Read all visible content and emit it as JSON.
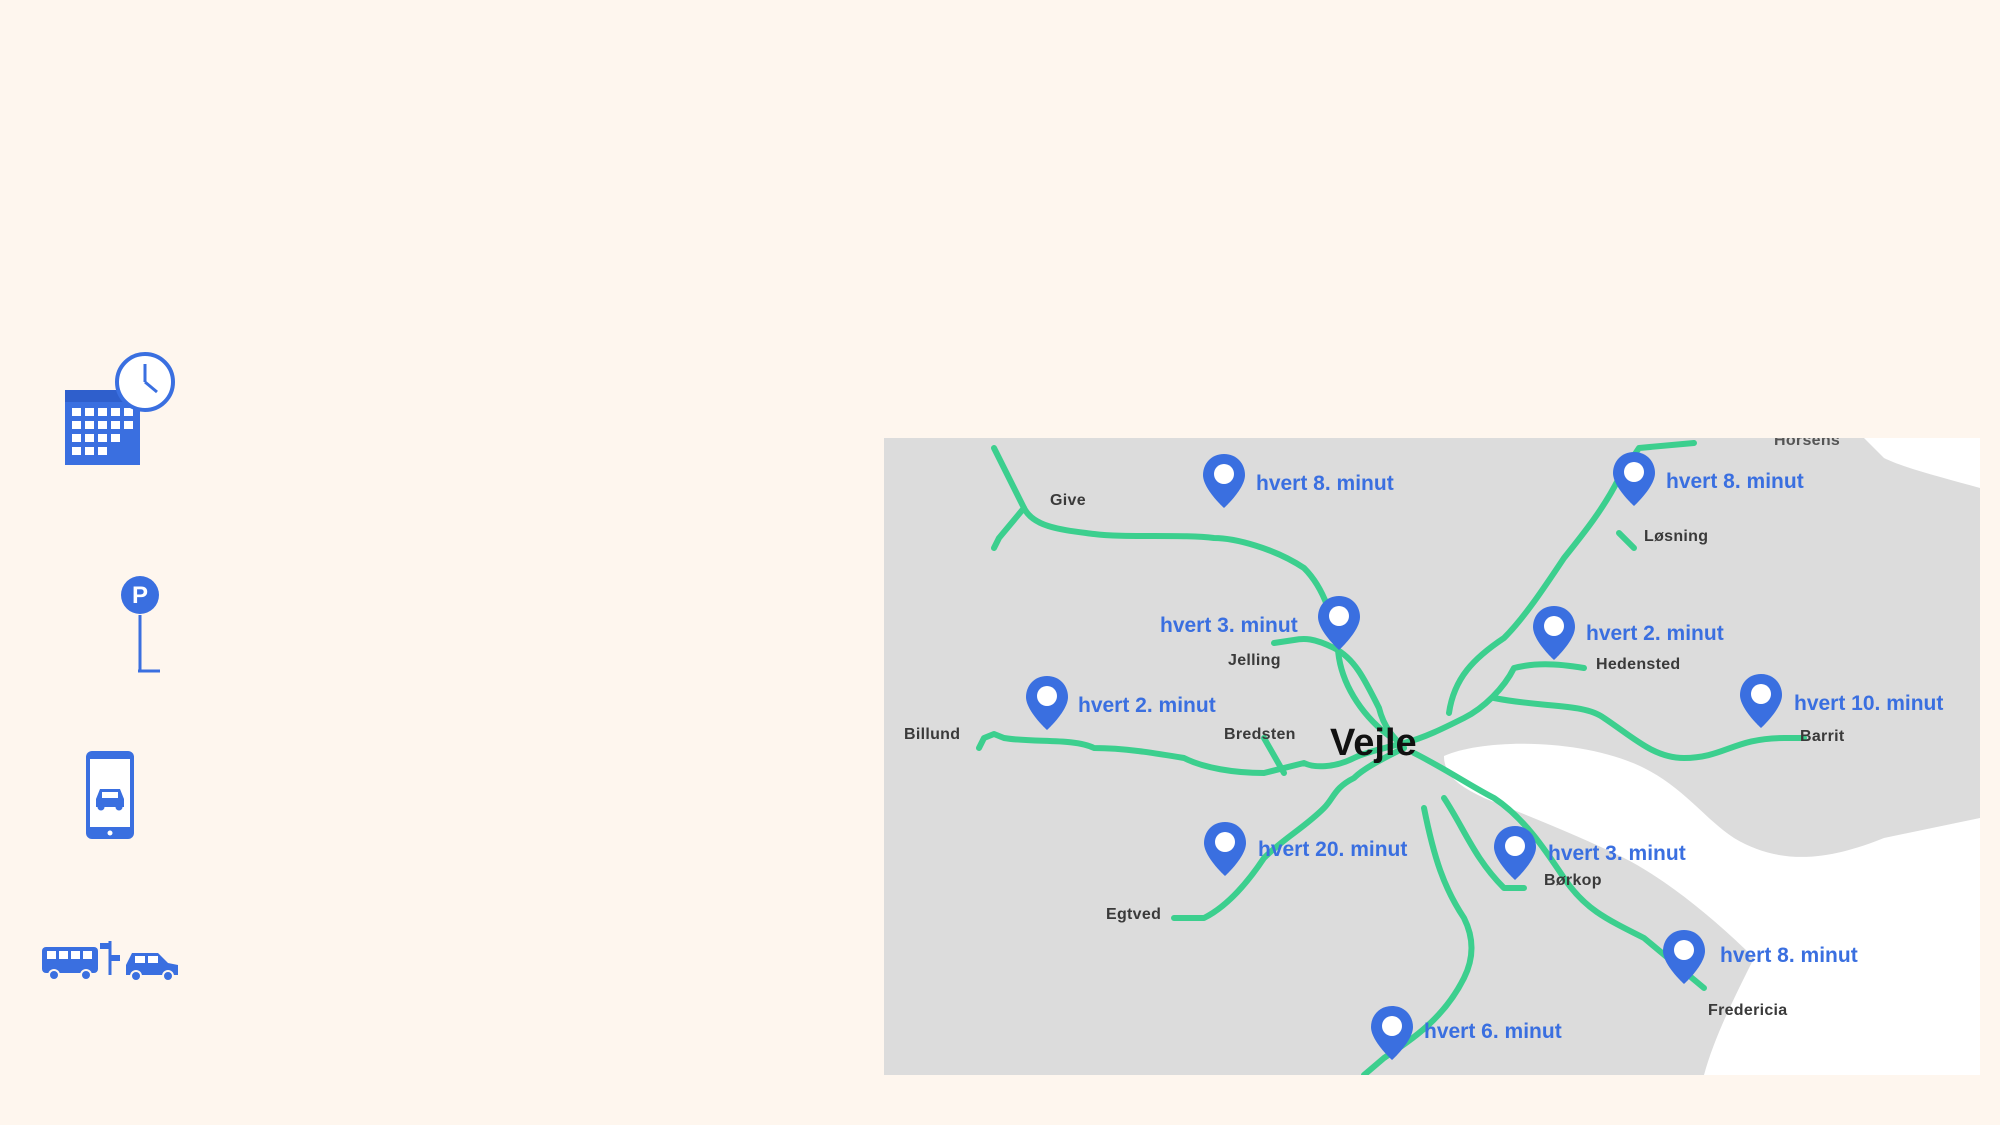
{
  "icons": [
    {
      "name": "calendar-clock-icon"
    },
    {
      "name": "parking-sign-icon",
      "glyph": "P"
    },
    {
      "name": "phone-car-icon"
    },
    {
      "name": "bus-car-transfer-icon"
    }
  ],
  "colors": {
    "background": "#fef6ee",
    "accent": "#3a6fe0",
    "route": "#3ccf8e",
    "land": "#dcdcdc",
    "water": "#ffffff"
  },
  "map": {
    "center_city": "Vejle",
    "places": {
      "horsens": "Horsens",
      "give": "Give",
      "losning": "Løsning",
      "jelling": "Jelling",
      "hedensted": "Hedensted",
      "billund": "Billund",
      "bredsten": "Bredsten",
      "barrit": "Barrit",
      "borkop": "Børkop",
      "egtved": "Egtved",
      "fredericia": "Fredericia"
    },
    "frequencies": {
      "give": "hvert 8. minut",
      "horsens": "hvert 8. minut",
      "jelling": "hvert 3. minut",
      "hedensted": "hvert 2. minut",
      "billund": "hvert 2. minut",
      "barrit": "hvert 10. minut",
      "egtved": "hvert 20. minut",
      "borkop": "hvert 3. minut",
      "fredericia": "hvert 8. minut",
      "south": "hvert 6. minut"
    }
  }
}
